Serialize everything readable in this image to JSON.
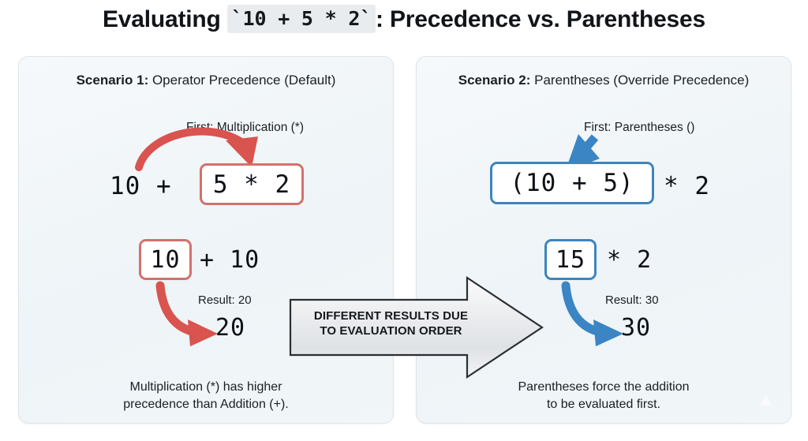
{
  "title": {
    "prefix": "Evaluating ",
    "code": "`10 + 5 * 2`",
    "suffix": ": Precedence vs. Parentheses"
  },
  "colors": {
    "red": "#d2716c",
    "red_arrow": "#d9534f",
    "blue": "#3d85bd",
    "blue_arrow": "#3b85c4",
    "panel_bg": "#eef4f7",
    "code_bg": "#e9ecef",
    "banner_fill": "#e6e8ea",
    "text": "#0d1117"
  },
  "left_panel": {
    "name": "scenario-1",
    "heading_lead": "Scenario 1:",
    "heading_rest": " Operator Precedence (Default)",
    "step_label": "First: Multiplication (*)",
    "row1": {
      "before": "10  +",
      "boxed": "5 * 2"
    },
    "row2": {
      "boxed": "10",
      "after": "+  10"
    },
    "result_label": "Result: 20",
    "result_value": "20",
    "footnote_line1": "Multiplication (*) has higher",
    "footnote_line2": "precedence than Addition (+)."
  },
  "right_panel": {
    "name": "scenario-2",
    "heading_lead": "Scenario 2:",
    "heading_rest": " Parentheses (Override Precedence)",
    "step_label": "First: Parentheses ()",
    "row1": {
      "boxed": "(10 + 5)",
      "after": "*  2"
    },
    "row2": {
      "boxed": "15",
      "after": "*  2"
    },
    "result_label": "Result: 30",
    "result_value": "30",
    "footnote_line1": "Parentheses force the addition",
    "footnote_line2": "to be evaluated first."
  },
  "center_banner": {
    "line1": "DIFFERENT RESULTS DUE",
    "line2": "TO EVALUATION ORDER"
  }
}
